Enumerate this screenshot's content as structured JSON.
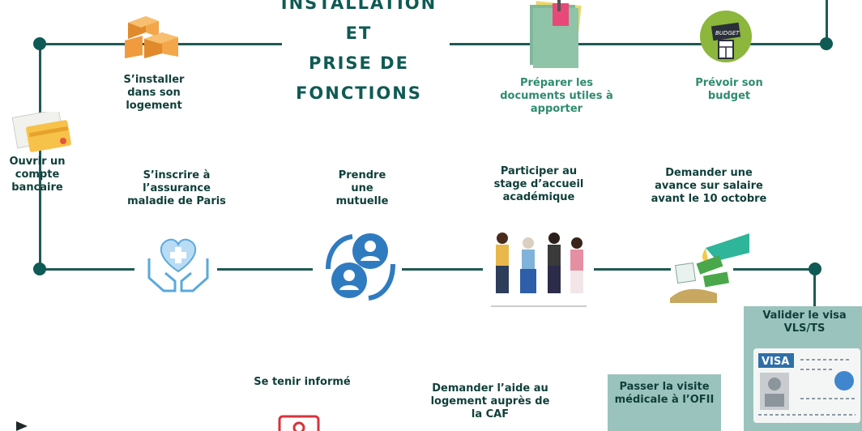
{
  "title": {
    "line1": "INSTALLATION",
    "line2": "ET",
    "line3": "PRISE DE",
    "line4": "FONCTIONS"
  },
  "steps": {
    "installer": "S’installer dans son logement",
    "documents": "Préparer les documents utiles à apporter",
    "budget": "Prévoir son budget",
    "budget_icon_text": "BUDGET",
    "compte": "Ouvrir un compte bancaire",
    "assurance": "S’inscrire à l’assurance maladie de Paris",
    "mutuelle": "Prendre une mutuelle",
    "stage": "Participer au stage d’accueil académique",
    "avance": "Demander une avance sur salaire avant le 10 octobre",
    "visa": "Valider le visa VLS/TS",
    "visa_card_text": "VISA",
    "informe": "Se tenir informé",
    "caf": "Demander l’aide au logement auprès de la CAF",
    "ofii": "Passer la visite médicale à l’OFII"
  },
  "colors": {
    "line": "#1e5a54",
    "accent_green": "#2f8b6f",
    "card": "#9bc3bd"
  }
}
